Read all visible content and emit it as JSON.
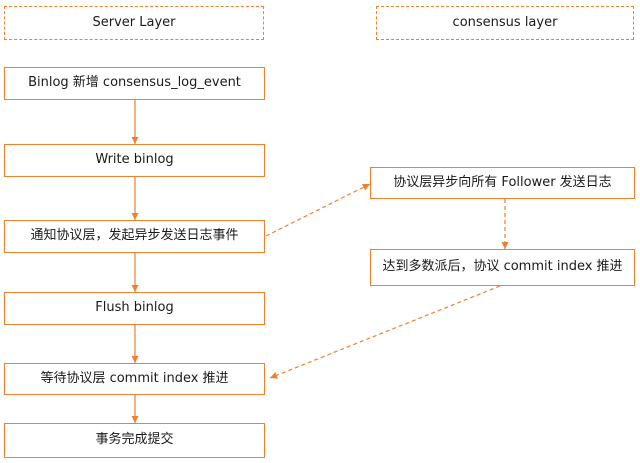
{
  "lanes": {
    "server": "Server Layer",
    "consensus": "consensus layer"
  },
  "server_steps": [
    "Binlog 新增 consensus_log_event",
    "Write binlog",
    "通知协议层，发起异步发送日志事件",
    "Flush binlog",
    "等待协议层 commit index 推进",
    "事务完成提交"
  ],
  "consensus_steps": [
    "协议层异步向所有 Follower 发送日志",
    "达到多数派后，协议 commit index 推进"
  ],
  "colors": {
    "accent": "#f07f2e"
  }
}
